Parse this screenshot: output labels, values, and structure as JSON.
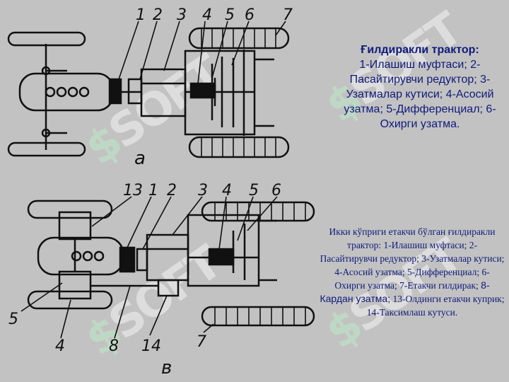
{
  "diagram_a": {
    "callouts": [
      "1",
      "2",
      "3",
      "4",
      "5",
      "6",
      "7"
    ],
    "figure_letter": "а"
  },
  "diagram_b": {
    "callouts_top": [
      "13",
      "1",
      "2",
      "3",
      "4",
      "5",
      "6"
    ],
    "callouts_bottom": [
      "5",
      "4",
      "8",
      "14",
      "7"
    ],
    "figure_letter": "в"
  },
  "caption_a": {
    "title": "Ғилдиракли трактор:",
    "body": "1-Илашиш муфтаси; 2-Пасайтирувчи редуктор; 3-Узатмалар кутиси; 4-Асосий узатма; 5-Дифференциал; 6-Охирги узатма."
  },
  "caption_b": {
    "part1": "Икки кўприги етакчи бўлган ғилдиракли трактор: 1-Илашиш муфтаси; 2-Пасайтирувчи редуктор; 3-Узатмалар кутиси; 4-Асосий узатма; 5-Дифференциал; 6-Охирги узатма; 7-Етакчи гилдирак; ",
    "part2": "8-Кардан узатма;",
    "part3": " 13-Олдинги етакчи куприк; 14-Таксимлаш кутуси."
  },
  "watermark": "SOFT",
  "colors": {
    "background": "#c2c2c2",
    "ink": "#111111",
    "caption": "#0f1a7a",
    "watermark": "#ffffff"
  }
}
